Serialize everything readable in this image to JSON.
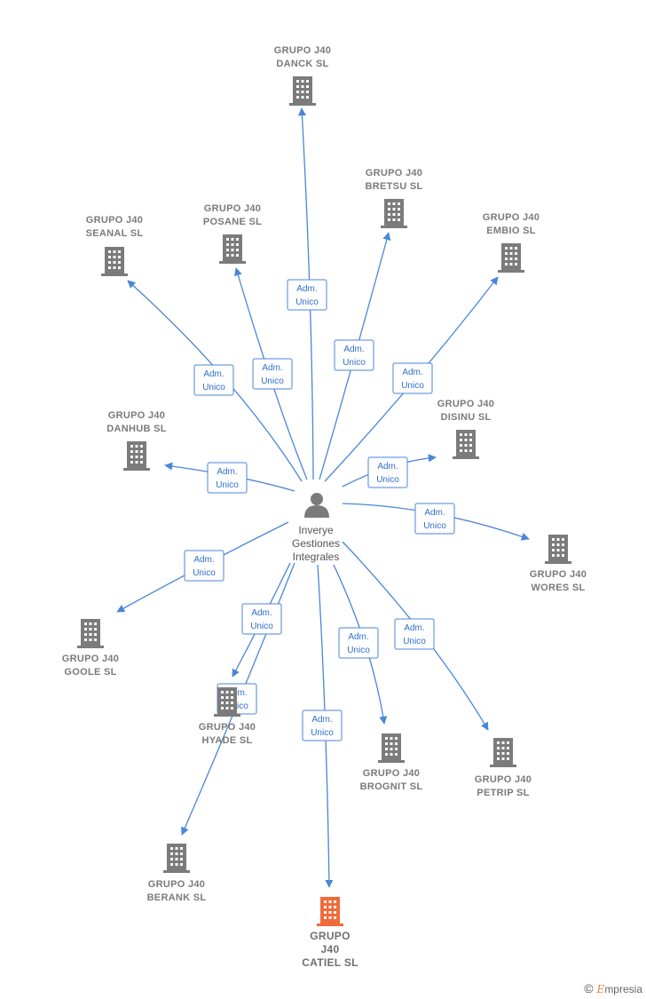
{
  "colors": {
    "edge": "#4a86d9",
    "building": "#7b7b7b",
    "focus_building": "#f06a3a",
    "person": "#7b7b7b"
  },
  "center": {
    "name": "Inverye Gestiones Integrales",
    "lines": [
      "Inverye",
      "Gestiones",
      "Integrales"
    ],
    "icon": "person-icon"
  },
  "edge_label": [
    "Adm.",
    "Unico"
  ],
  "companies": [
    {
      "id": "danck",
      "lines": [
        "GRUPO J40",
        "DANCK  SL"
      ]
    },
    {
      "id": "bretsu",
      "lines": [
        "GRUPO J40",
        "BRETSU  SL"
      ]
    },
    {
      "id": "posane",
      "lines": [
        "GRUPO J40",
        "POSANE  SL"
      ]
    },
    {
      "id": "seanal",
      "lines": [
        "GRUPO J40",
        "SEANAL  SL"
      ]
    },
    {
      "id": "embio",
      "lines": [
        "GRUPO J40",
        "EMBIO  SL"
      ]
    },
    {
      "id": "danhub",
      "lines": [
        "GRUPO J40",
        "DANHUB  SL"
      ]
    },
    {
      "id": "disinu",
      "lines": [
        "GRUPO J40",
        "DISINU  SL"
      ]
    },
    {
      "id": "wores",
      "lines": [
        "GRUPO J40",
        "WORES  SL"
      ]
    },
    {
      "id": "goole",
      "lines": [
        "GRUPO J40",
        "GOOLE  SL"
      ]
    },
    {
      "id": "hyade",
      "lines": [
        "GRUPO J40",
        "HYADE  SL"
      ]
    },
    {
      "id": "brognit",
      "lines": [
        "GRUPO J40",
        "BROGNIT  SL"
      ]
    },
    {
      "id": "petrip",
      "lines": [
        "GRUPO J40",
        "PETRIP  SL"
      ]
    },
    {
      "id": "berank",
      "lines": [
        "GRUPO J40",
        "BERANK  SL"
      ]
    },
    {
      "id": "catiel",
      "lines": [
        "GRUPO",
        "J40",
        "CATIEL  SL"
      ],
      "focus": true
    }
  ],
  "footer": {
    "copyright": "©",
    "brand_initial": "E",
    "brand_rest": "mpresia"
  }
}
